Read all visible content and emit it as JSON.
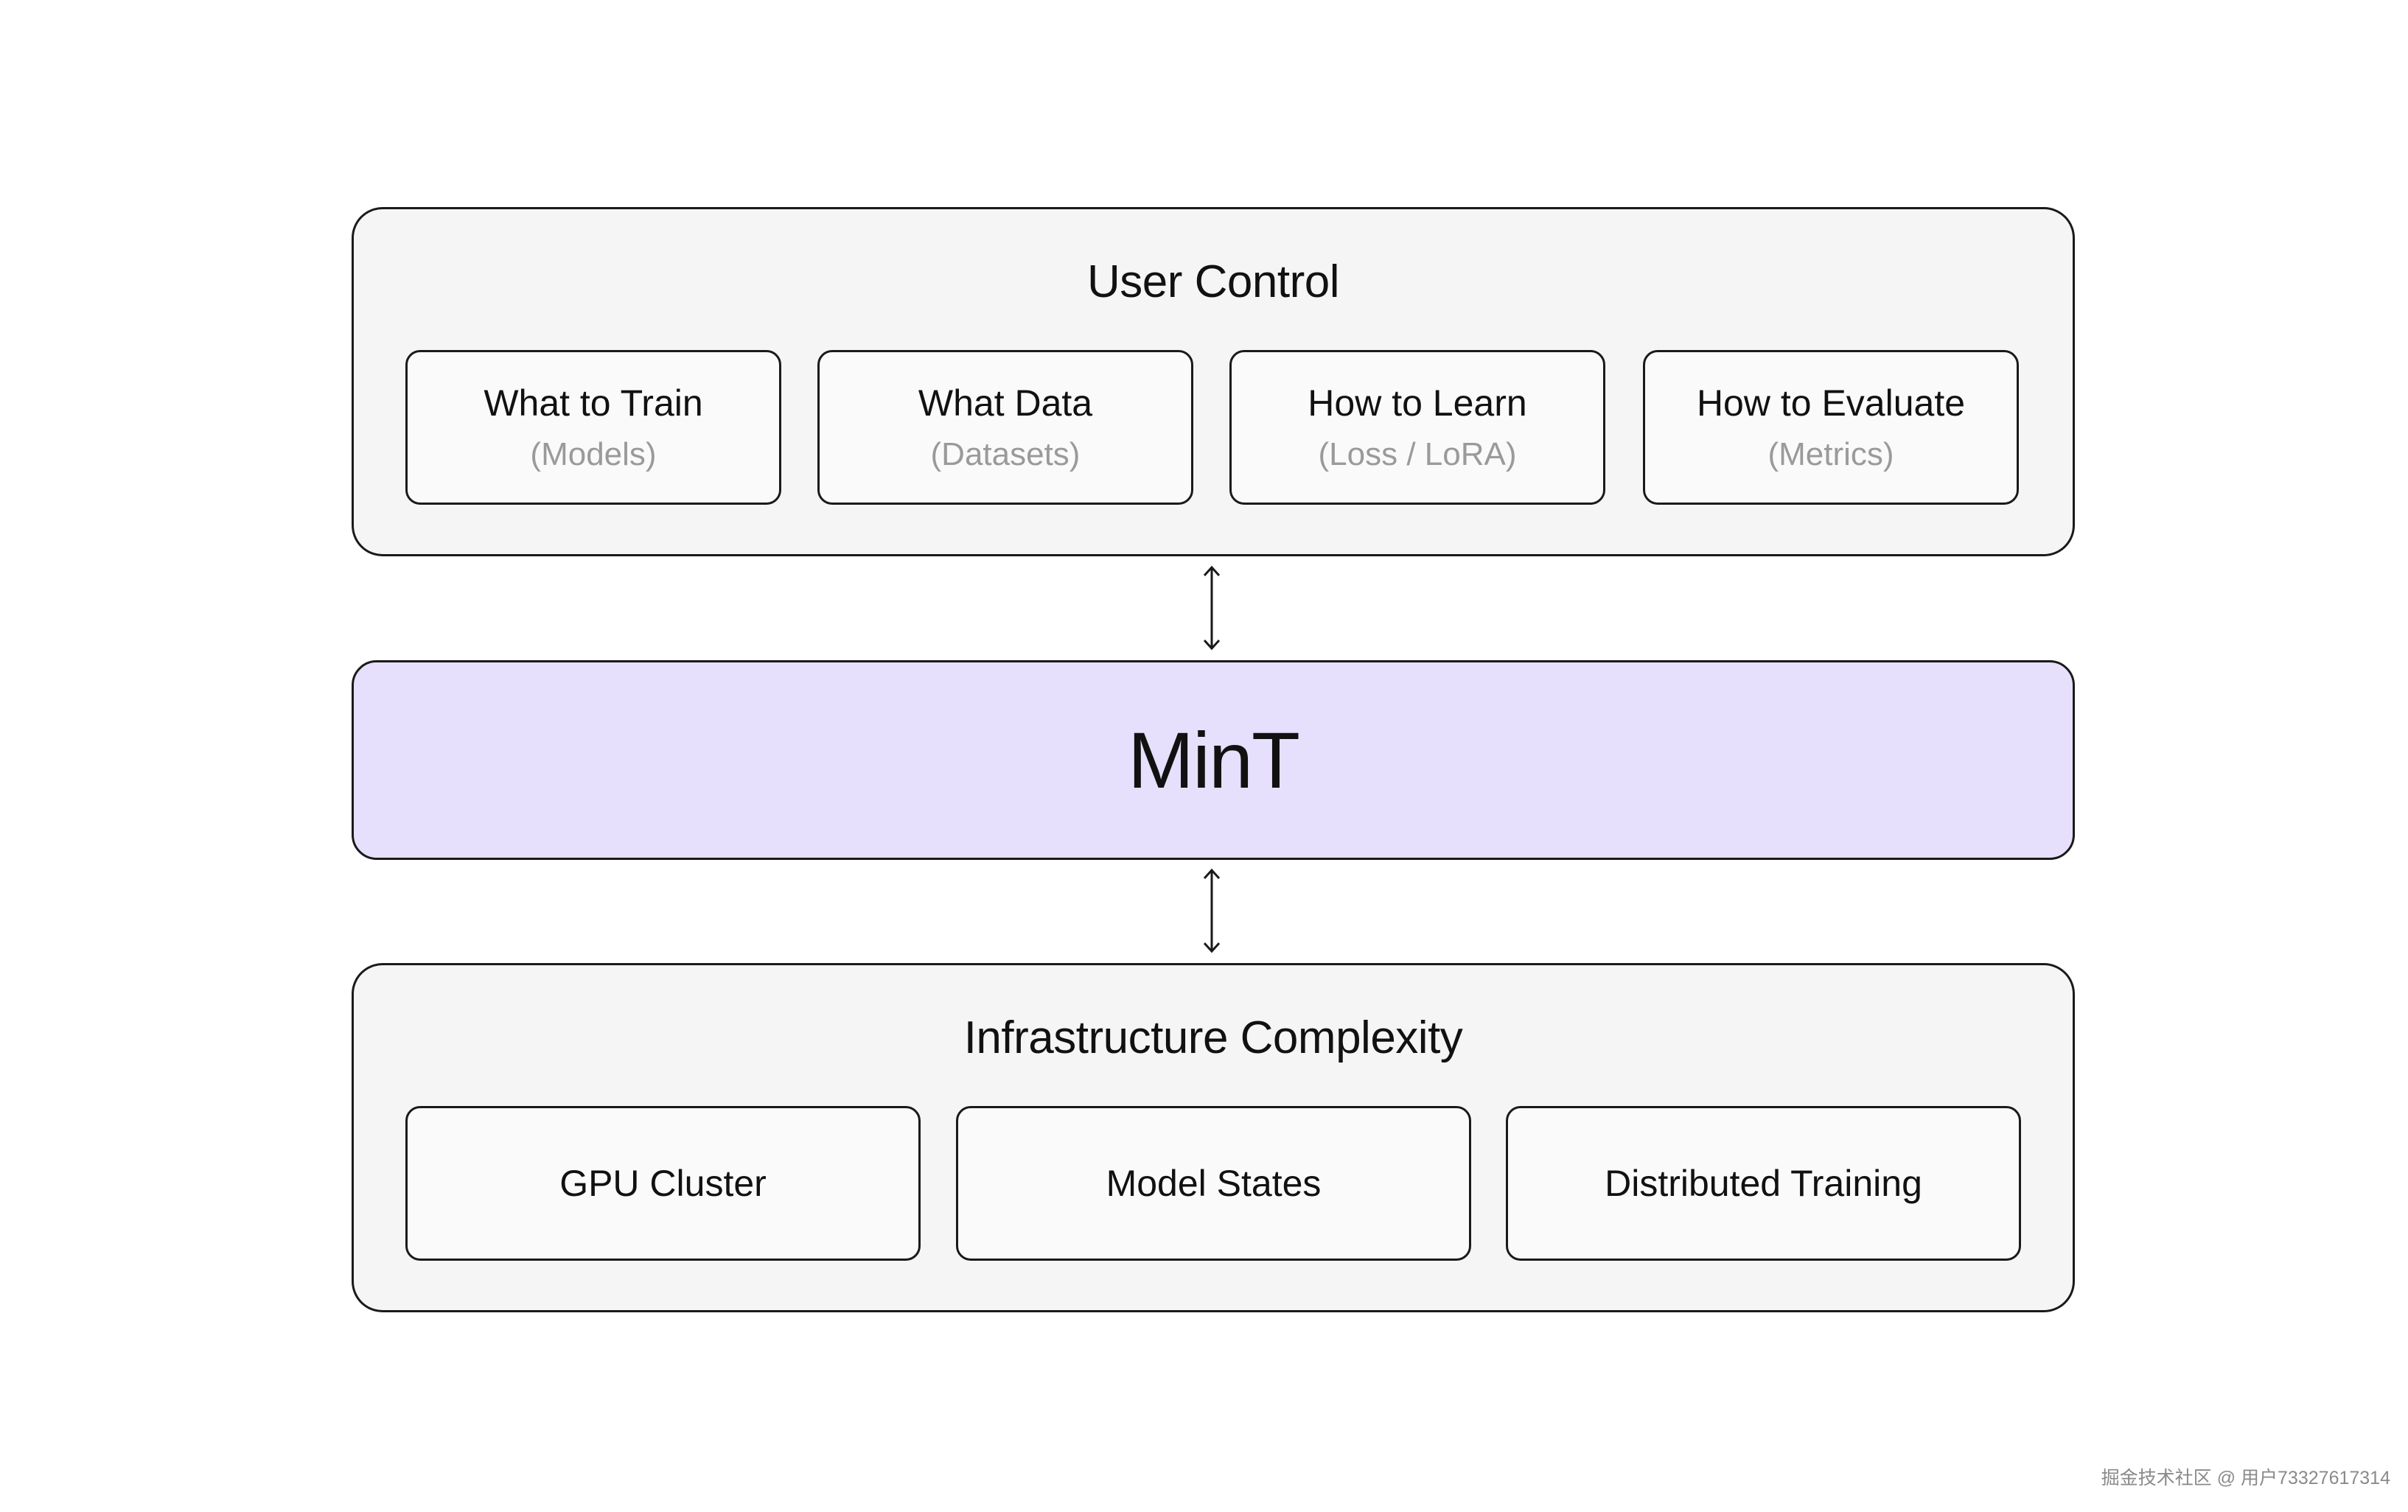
{
  "user_control": {
    "title": "User Control",
    "cards": [
      {
        "title": "What to Train",
        "subtitle": "(Models)"
      },
      {
        "title": "What Data",
        "subtitle": "(Datasets)"
      },
      {
        "title": "How to Learn",
        "subtitle": "(Loss / LoRA)"
      },
      {
        "title": "How to Evaluate",
        "subtitle": "(Metrics)"
      }
    ]
  },
  "center": {
    "label": "MinT",
    "fill_color": "#e6e0fd"
  },
  "connectors": {
    "icon": "double-headed-vertical-arrow"
  },
  "infrastructure": {
    "title": "Infrastructure Complexity",
    "cards": [
      {
        "title": "GPU Cluster"
      },
      {
        "title": "Model States"
      },
      {
        "title": "Distributed Training"
      }
    ]
  },
  "watermark": "掘金技术社区 @ 用户73327617314"
}
